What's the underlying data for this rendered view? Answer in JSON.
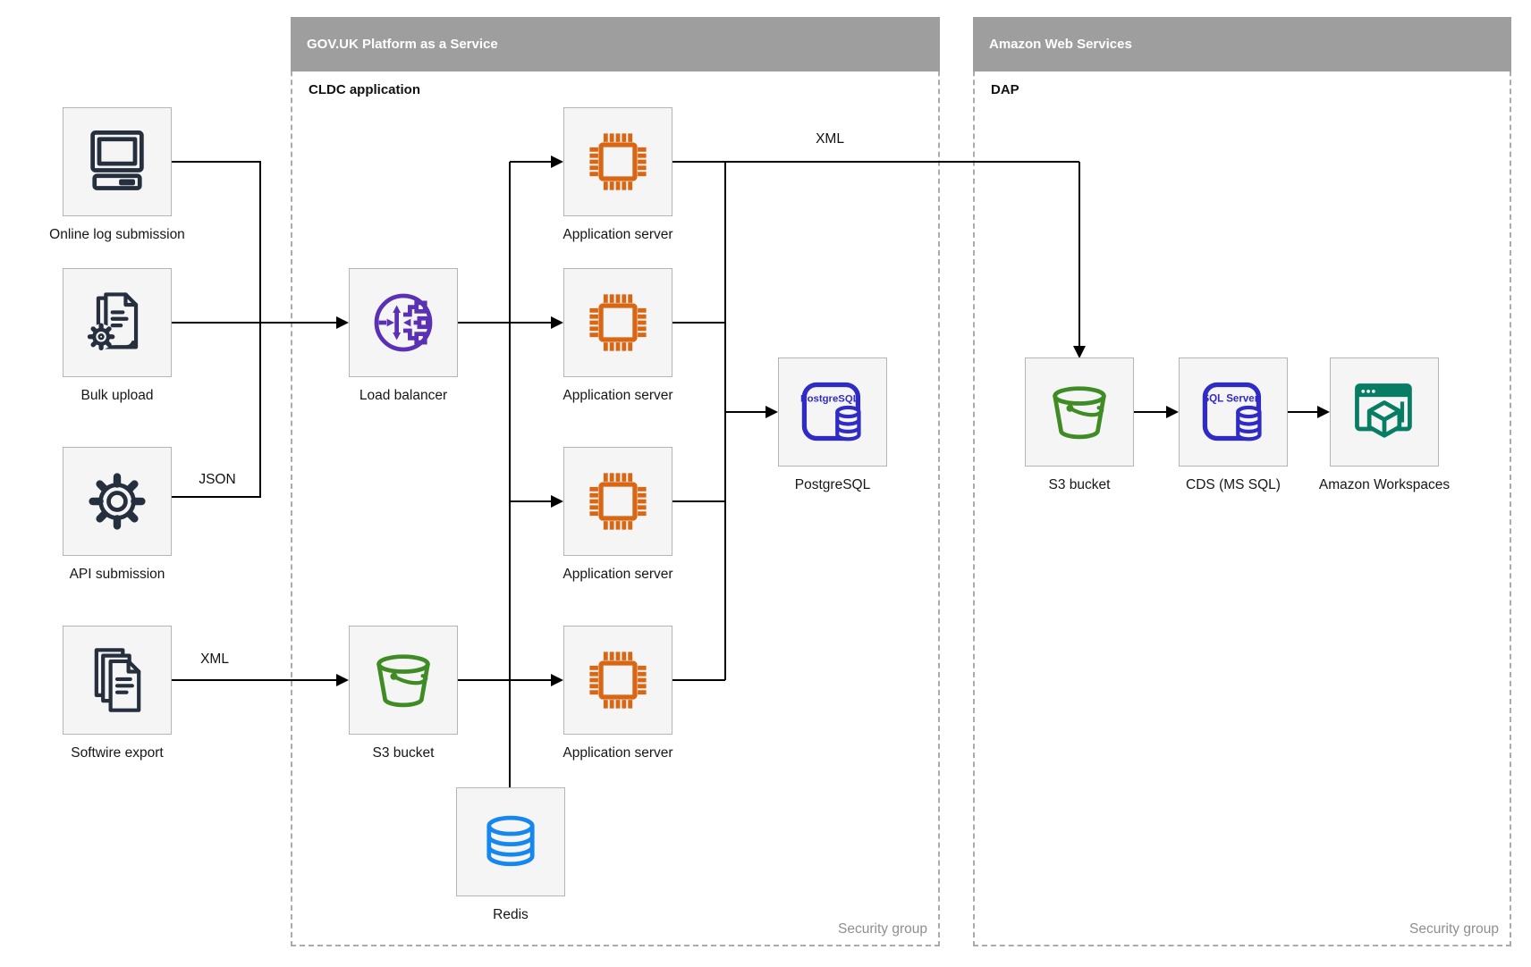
{
  "containers": {
    "paas": {
      "title": "GOV.UK Platform as a Service",
      "sublabel": "CLDC application",
      "security_label": "Security group"
    },
    "aws": {
      "title": "Amazon Web Services",
      "sublabel": "DAP",
      "security_label": "Security group"
    }
  },
  "nodes": {
    "online_log": {
      "label": "Online log submission",
      "icon": "desktop-computer-icon"
    },
    "bulk_upload": {
      "label": "Bulk upload",
      "icon": "document-gear-icon"
    },
    "api_submission": {
      "label": "API submission",
      "icon": "gear-icon"
    },
    "softwire_export": {
      "label": "Softwire export",
      "icon": "documents-stack-icon"
    },
    "load_balancer": {
      "label": "Load balancer",
      "icon": "load-balancer-icon"
    },
    "app_server_1": {
      "label": "Application server",
      "icon": "chip-icon"
    },
    "app_server_2": {
      "label": "Application server",
      "icon": "chip-icon"
    },
    "app_server_3": {
      "label": "Application server",
      "icon": "chip-icon"
    },
    "app_server_4": {
      "label": "Application server",
      "icon": "chip-icon"
    },
    "postgresql": {
      "label": "PostgreSQL",
      "icon": "postgresql-database-icon"
    },
    "s3_paas": {
      "label": "S3 bucket",
      "icon": "s3-bucket-icon"
    },
    "redis": {
      "label": "Redis",
      "icon": "database-cylinder-icon"
    },
    "s3_aws": {
      "label": "S3 bucket",
      "icon": "s3-bucket-icon"
    },
    "cds": {
      "label": "CDS (MS SQL)",
      "icon": "sql-server-database-icon"
    },
    "workspaces": {
      "label": "Amazon Workspaces",
      "icon": "amazon-workspaces-icon"
    }
  },
  "edge_labels": {
    "json": "JSON",
    "xml_softwire": "XML",
    "xml_app": "XML"
  },
  "icon_texts": {
    "postgresql": "PostgreSQL",
    "sql_server": "SQL Server"
  },
  "colors": {
    "header_bar": "#9e9e9e",
    "box_fill": "#f5f5f5",
    "box_border": "#b5b5b5",
    "dashed_border": "#ababab",
    "source_icons": "#252f3e",
    "load_balancer": "#5a30b5",
    "app_server": "#d86613",
    "bucket_green": "#3f8b24",
    "database_indigo": "#2f2bc4",
    "redis_blue": "#1787f0",
    "workspaces_teal": "#077d64",
    "connector": "#000000",
    "security_text": "#8f8f8f"
  }
}
